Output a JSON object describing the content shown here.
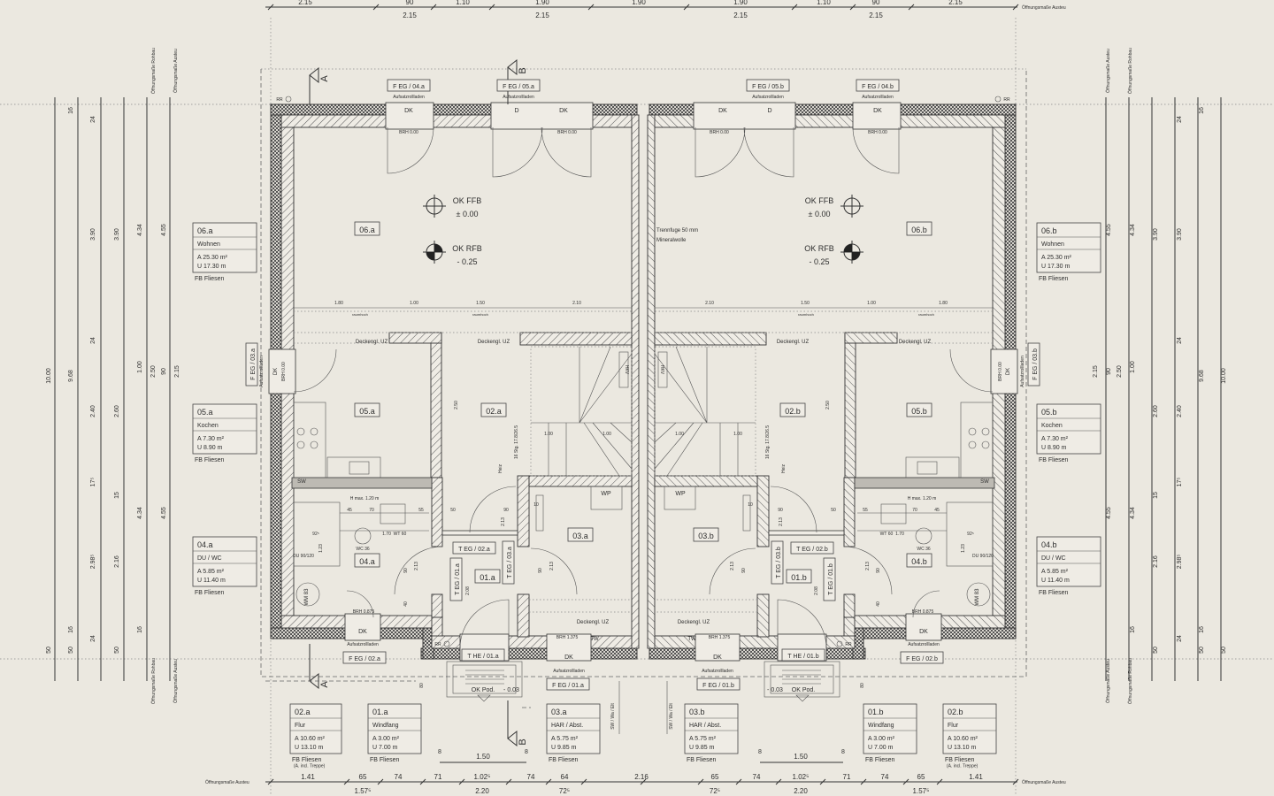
{
  "room_cards": [
    {
      "id": "06.a",
      "name": "Wohnen",
      "area": "A  25.30 m²",
      "perimeter": "U  17.30 m",
      "floor": "FB  Fliesen",
      "note": ""
    },
    {
      "id": "05.a",
      "name": "Kochen",
      "area": "A  7.30 m²",
      "perimeter": "U  8.90 m",
      "floor": "FB  Fliesen",
      "note": ""
    },
    {
      "id": "04.a",
      "name": "DU / WC",
      "area": "A  5.85 m²",
      "perimeter": "U  11.40 m",
      "floor": "FB  Fliesen",
      "note": ""
    },
    {
      "id": "06.b",
      "name": "Wohnen",
      "area": "A  25.30 m²",
      "perimeter": "U  17.30 m",
      "floor": "FB  Fliesen",
      "note": ""
    },
    {
      "id": "05.b",
      "name": "Kochen",
      "area": "A  7.30 m²",
      "perimeter": "U  8.90 m",
      "floor": "FB  Fliesen",
      "note": ""
    },
    {
      "id": "04.b",
      "name": "DU / WC",
      "area": "A  5.85 m²",
      "perimeter": "U  11.40 m",
      "floor": "FB  Fliesen",
      "note": ""
    },
    {
      "id": "02.a",
      "name": "Flur",
      "area": "A  10.60 m²",
      "perimeter": "U  13.10 m",
      "floor": "FB  Fliesen",
      "note": "(A. incl. Treppe)"
    },
    {
      "id": "01.a",
      "name": "Windfang",
      "area": "A  3.00 m²",
      "perimeter": "U  7.00 m",
      "floor": "FB  Fliesen",
      "note": ""
    },
    {
      "id": "03.a",
      "name": "HAR / Abst.",
      "area": "A  5.75 m²",
      "perimeter": "U  9.85 m",
      "floor": "FB  Fliesen",
      "note": ""
    },
    {
      "id": "03.b",
      "name": "HAR / Abst.",
      "area": "A  5.75 m²",
      "perimeter": "U  9.85 m",
      "floor": "FB  Fliesen",
      "note": ""
    },
    {
      "id": "01.b",
      "name": "Windfang",
      "area": "A  3.00 m²",
      "perimeter": "U  7.00 m",
      "floor": "FB  Fliesen",
      "note": ""
    },
    {
      "id": "02.b",
      "name": "Flur",
      "area": "A  10.60 m²",
      "perimeter": "U  13.10 m",
      "floor": "FB  Fliesen",
      "note": "(A. incl. Treppe)"
    }
  ],
  "room_tags": [
    "06.a",
    "05.a",
    "02.a",
    "04.a",
    "01.a",
    "03.a",
    "06.b",
    "05.b",
    "02.b",
    "04.b",
    "01.b",
    "03.b"
  ],
  "opening_tags": [
    "F EG / 04.a",
    "F EG / 05.a",
    "F EG / 03.a",
    "F EG / 02.a",
    "F EG / 01.a",
    "T EG / 02.a",
    "T EG / 01.a",
    "T EG / 03.a",
    "T HE / 01.a",
    "F EG / 04.b",
    "F EG / 05.b",
    "F EG / 03.b",
    "F EG / 02.b",
    "F EG / 01.b",
    "T EG / 02.b",
    "T EG / 01.b",
    "T EG / 03.b",
    "T HE / 01.b"
  ],
  "levels": {
    "ffb_label": "OK FFB",
    "ffb_value": "± 0.00",
    "rfb_label": "OK RFB",
    "rfb_value": "- 0.25",
    "landing_label": "OK Pod.",
    "landing_value": "- 0.03"
  },
  "notes": {
    "joint": "Trennfuge 50 mm",
    "joint_material": "Mineralwolle",
    "ceiling": "Deckengl. UZ",
    "room_high": "raumhoch",
    "shutter": "Aufsatzrollladen",
    "tilt_turn": "DK",
    "door": "D",
    "sill_0": "BRH 0.00",
    "sill_1375": "BRH 1.375",
    "sill_0875": "BRH 0.875",
    "heat_pump": "WP",
    "hot_water": "TW",
    "sw": "SW",
    "rr": "RR",
    "heater": "HKV",
    "heiz": "Heiz",
    "hmax": "H max. 1.20 m",
    "wc": "WC 36",
    "wt": "WT 60",
    "shower": "DU 90/120",
    "washer": "WM 83",
    "utilities": "SW / Wa / Elt",
    "opening_finish": "Öffnungsmaße Austeu",
    "opening_shell": "Öffnungsmaße Rohbau",
    "section_a": "A",
    "section_b": "B",
    "stair_steps": "16 Stg. 17.8/26.5"
  },
  "dims": {
    "top_row1": [
      "2.15",
      "90",
      "1.10",
      "1.90",
      "1.90",
      "1.90",
      "1.10",
      "90",
      "2.15"
    ],
    "top_row2": [
      "2.15",
      "2.15",
      "2.15",
      "2.15"
    ],
    "bottom_row1": [
      "1.41",
      "65",
      "74",
      "71",
      "1.02⁵",
      "74",
      "64",
      "2.16",
      "65",
      "74",
      "1.02⁵",
      "71",
      "74",
      "65",
      "1.41"
    ],
    "bottom_row2": [
      "1.57⁵",
      "2.20",
      "72⁵",
      "72⁵",
      "2.20",
      "1.57⁵"
    ],
    "interior": [
      "1.80",
      "1.00",
      "1.50",
      "2.10",
      "2.10",
      "1.50",
      "1.00",
      "1.80"
    ],
    "stair": [
      "8",
      "1.50",
      "8",
      "8",
      "1.50",
      "8"
    ],
    "side": [
      "10.00",
      "50",
      "9.68",
      "16",
      "16",
      "50",
      "3.90",
      "24",
      "24",
      "2.40",
      "17⁵",
      "2.98⁵",
      "24",
      "3.90",
      "2.60",
      "15",
      "2.16",
      "50",
      "4.34",
      "1.00",
      "4.34",
      "16",
      "4.55",
      "2.50",
      "90",
      "2.15",
      "4.55"
    ],
    "local": [
      "45",
      "70",
      "55",
      "92⁵",
      "1.70",
      "1.23",
      "50",
      "90",
      "10",
      "2.13",
      "90",
      "2.13",
      "40",
      "2.08",
      "90",
      "2.13",
      "2.50",
      "1.00",
      "1.00",
      "80"
    ]
  }
}
